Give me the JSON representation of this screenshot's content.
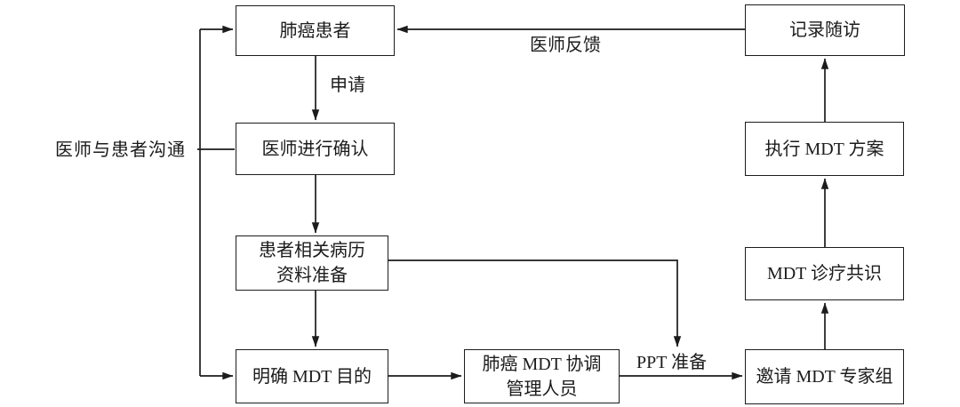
{
  "diagram": {
    "background": "#ffffff",
    "line_color": "#1c1c1c",
    "text_color": "#1b1b1b",
    "nodes": [
      {
        "id": "lung-cancer-patient",
        "label": "肺癌患者"
      },
      {
        "id": "physician-confirmation",
        "label": "医师进行确认"
      },
      {
        "id": "patient-records-preparation",
        "label": "患者相关病历\n资料准备"
      },
      {
        "id": "clarify-mdt-purpose",
        "label": "明确 MDT 目的"
      },
      {
        "id": "mdt-coordination-staff",
        "label": "肺癌 MDT 协调\n管理人员"
      },
      {
        "id": "invite-mdt-expert-group",
        "label": "邀请 MDT 专家组"
      },
      {
        "id": "mdt-consensus",
        "label": "MDT 诊疗共识"
      },
      {
        "id": "execute-mdt-plan",
        "label": "执行 MDT 方案"
      },
      {
        "id": "record-follow-up",
        "label": "记录随访"
      }
    ],
    "edge_labels": {
      "apply": "申请",
      "physician_feedback": "医师反馈",
      "ppt_preparation": "PPT 准备",
      "physician_patient_communication": "医师与患者沟通"
    },
    "edges": [
      {
        "from": "肺癌患者",
        "to": "医师进行确认",
        "label": "申请"
      },
      {
        "from": "医师进行确认",
        "to": "患者相关病历资料准备",
        "label": ""
      },
      {
        "from": "患者相关病历资料准备",
        "to": "明确 MDT 目的",
        "label": ""
      },
      {
        "from": "明确 MDT 目的",
        "to": "肺癌 MDT 协调管理人员",
        "label": ""
      },
      {
        "from": "肺癌 MDT 协调管理人员",
        "to": "邀请 MDT 专家组",
        "label": "PPT 准备"
      },
      {
        "from": "患者相关病历资料准备",
        "to": "PPT 准备",
        "label": ""
      },
      {
        "from": "邀请 MDT 专家组",
        "to": "MDT 诊疗共识",
        "label": ""
      },
      {
        "from": "MDT 诊疗共识",
        "to": "执行 MDT 方案",
        "label": ""
      },
      {
        "from": "执行 MDT 方案",
        "to": "记录随访",
        "label": ""
      },
      {
        "from": "记录随访",
        "to": "肺癌患者",
        "label": "医师反馈"
      },
      {
        "from": "医师与患者沟通",
        "to": "肺癌患者",
        "label": ""
      },
      {
        "from": "医师与患者沟通",
        "to": "医师进行确认",
        "label": ""
      },
      {
        "from": "医师与患者沟通",
        "to": "明确 MDT 目的",
        "label": ""
      }
    ]
  }
}
